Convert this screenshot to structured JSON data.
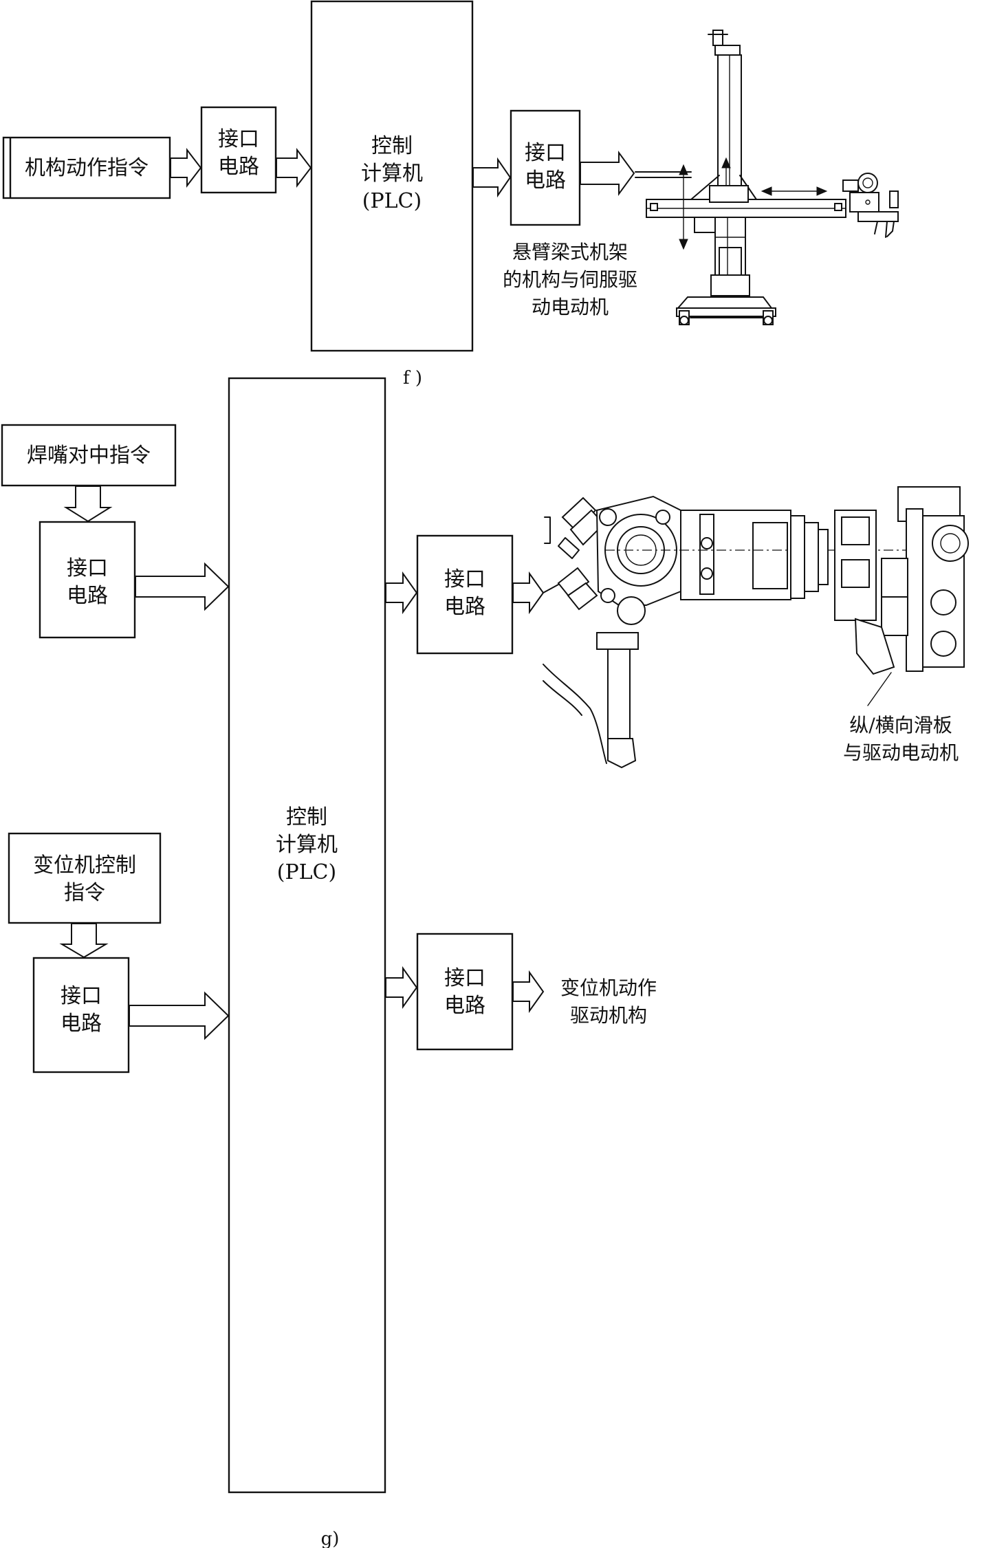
{
  "f": {
    "caption": "f )",
    "command": "机构动作指令",
    "interface_in": [
      "接口",
      "电路"
    ],
    "controller": [
      "控制",
      "计算机",
      "(PLC)"
    ],
    "interface_out": [
      "接口",
      "电路"
    ],
    "mechanism_caption": [
      "悬臂梁式机架",
      "的机构与伺服驱",
      "动电动机"
    ]
  },
  "g": {
    "caption": "g)",
    "torch_command": "焊嘴对中指令",
    "interface_torch_in": [
      "接口",
      "电路"
    ],
    "controller": [
      "控制",
      "计算机",
      "(PLC)"
    ],
    "interface_slide_out": [
      "接口",
      "电路"
    ],
    "slide_caption": [
      "纵/横向滑板",
      "与驱动电动机"
    ],
    "positioner_command": [
      "变位机控制",
      "指令"
    ],
    "interface_positioner_in": [
      "接口",
      "电路"
    ],
    "interface_positioner_out": [
      "接口",
      "电路"
    ],
    "positioner_caption": [
      "变位机动作",
      "驱动机构"
    ]
  },
  "colors": {
    "ink": "#111111",
    "paper": "#ffffff"
  }
}
